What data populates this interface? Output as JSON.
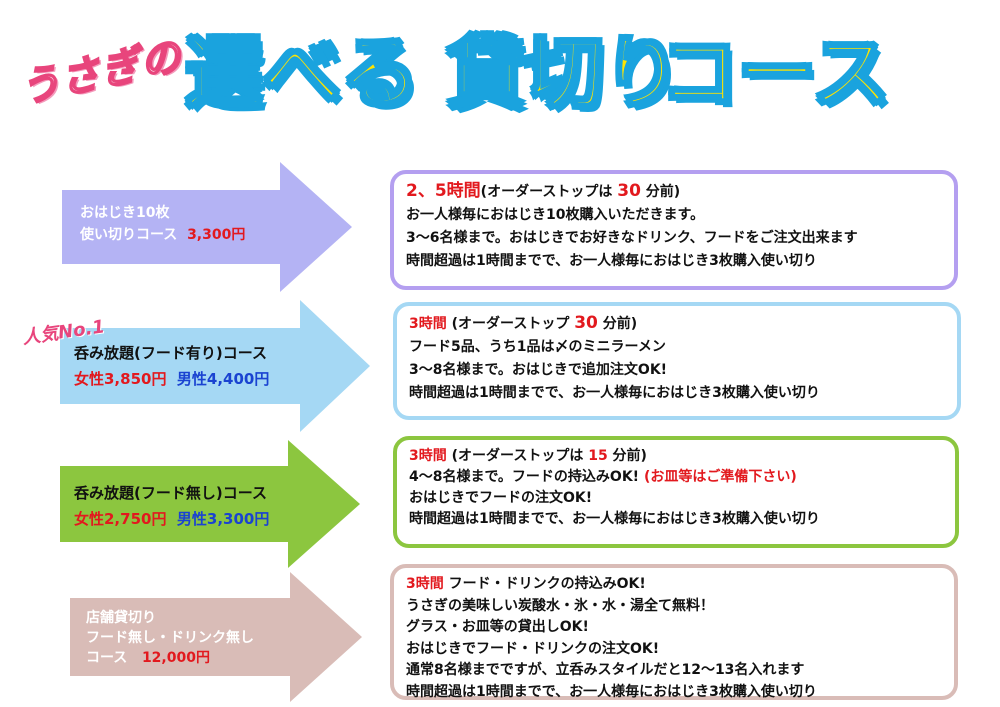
{
  "header": {
    "usagi": "うさぎの",
    "title_1": "選べる",
    "title_2": "貸切り",
    "title_3": "コース"
  },
  "badge": "人気No.1",
  "courses": [
    {
      "arrow_color": "#b4b3f4",
      "name_line1": "おはじき10枚",
      "name_line2": "使い切りコース",
      "price": "3,300円",
      "info": {
        "time": "2、5時間",
        "stop_pre": "(オーダーストップは ",
        "stop_num": "30",
        "stop_post": " 分前)",
        "lines": [
          "お一人様毎におはじき10枚購入いただきます。",
          "3～6名様まで。おはじきでお好きなドリンク、フードをご注文出来ます",
          "時間超過は1時間までで、お一人様毎におはじき3枚購入使い切り"
        ]
      }
    },
    {
      "arrow_color": "#a5d8f4",
      "name": "呑み放題(フード有り)コース",
      "price_f": "女性3,850円",
      "price_m": "男性4,400円",
      "info": {
        "time": "3時間",
        "stop_pre": " (オーダーストップ ",
        "stop_num": "30",
        "stop_post": " 分前)",
        "lines": [
          "フード5品、うち1品は〆のミニラーメン",
          "3～8名様まで。おはじきで追加注文OK!",
          "時間超過は1時間までで、お一人様毎におはじき3枚購入使い切り"
        ]
      }
    },
    {
      "arrow_color": "#8cc63f",
      "name": "呑み放題(フード無し)コース",
      "price_f": "女性2,750円",
      "price_m": "男性3,300円",
      "info": {
        "time": "3時間",
        "stop_pre": " (オーダーストップは ",
        "stop_num": "15",
        "stop_post": " 分前)",
        "line1_pre": "4～8名様まで。フードの持込みOK! ",
        "line1_red": "(お皿等はご準備下さい)",
        "lines": [
          "おはじきでフードの注文OK!",
          "時間超過は1時間までで、お一人様毎におはじき3枚購入使い切り"
        ]
      }
    },
    {
      "arrow_color": "#d9bcb7",
      "name_line1": "店舗貸切り",
      "name_line2": "フード無し・ドリンク無し",
      "name_line3": "コース",
      "price": "12,000円",
      "info": {
        "time": "3時間",
        "first_rest": " フード・ドリンクの持込みOK!",
        "lines": [
          "うさぎの美味しい炭酸水・氷・水・湯全て無料！",
          "グラス・お皿等の貸出しOK!",
          "おはじきでフード・ドリンクの注文OK!",
          "通常8名様までですが、立呑みスタイルだと12～13名入れます",
          "時間超過は1時間までで、お一人様毎におはじき3枚購入使い切り"
        ]
      }
    }
  ]
}
